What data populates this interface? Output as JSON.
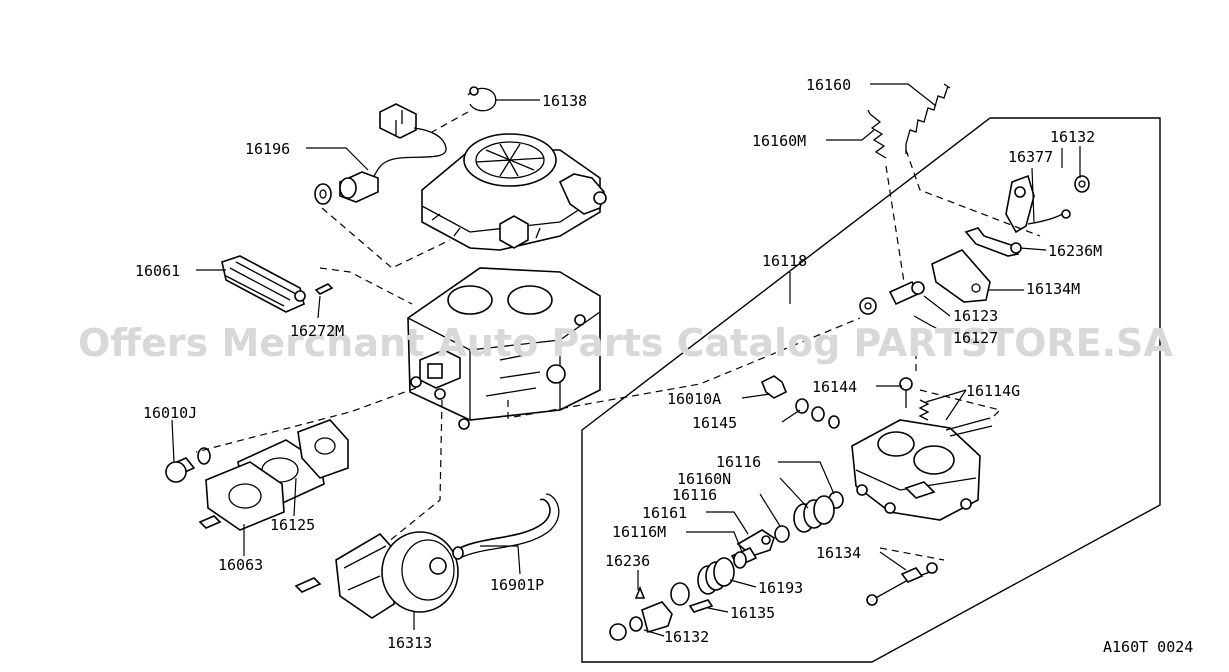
{
  "watermark": "Offers Merchant Auto Parts Catalog PARTSTORE.SA",
  "diagram_code": "A160T 0024",
  "labels": {
    "p16138": "16138",
    "p16196": "16196",
    "p16061": "16061",
    "p16272M": "16272M",
    "p16010J": "16010J",
    "p16125": "16125",
    "p16063": "16063",
    "p16313": "16313",
    "p16901P": "16901P",
    "p16160": "16160",
    "p16160M": "16160M",
    "p16132_top": "16132",
    "p16377": "16377",
    "p16236M": "16236M",
    "p16118": "16118",
    "p16134M": "16134M",
    "p16123": "16123",
    "p16127": "16127",
    "p16010A": "16010A",
    "p16144": "16144",
    "p16114G": "16114G",
    "p16145": "16145",
    "p16116_a": "16116",
    "p16160N": "16160N",
    "p16116_b": "16116",
    "p16161": "16161",
    "p16116M": "16116M",
    "p16236": "16236",
    "p16193": "16193",
    "p16134": "16134",
    "p16135": "16135",
    "p16132_bot": "16132"
  }
}
